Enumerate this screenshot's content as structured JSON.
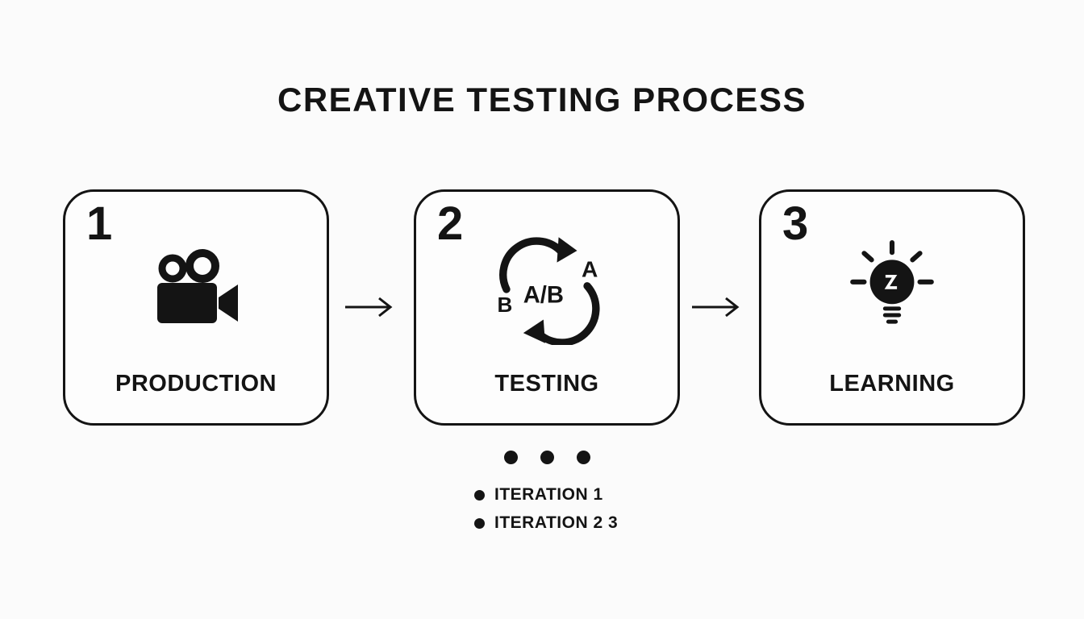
{
  "title": "CREATIVE TESTING PROCESS",
  "steps": [
    {
      "number": "1",
      "label": "PRODUCTION",
      "icon": "video-camera-icon"
    },
    {
      "number": "2",
      "label": "TESTING",
      "icon": "ab-test-cycle-icon"
    },
    {
      "number": "3",
      "label": "LEARNING",
      "icon": "lightbulb-icon"
    }
  ],
  "ab_icon_labels": {
    "center": "A/B",
    "top_right": "A",
    "left": "B"
  },
  "iterations": {
    "items": [
      "ITERATION 1",
      "ITERATION 2 3"
    ]
  },
  "colors": {
    "ink": "#141414",
    "background": "#fbfbfb"
  }
}
